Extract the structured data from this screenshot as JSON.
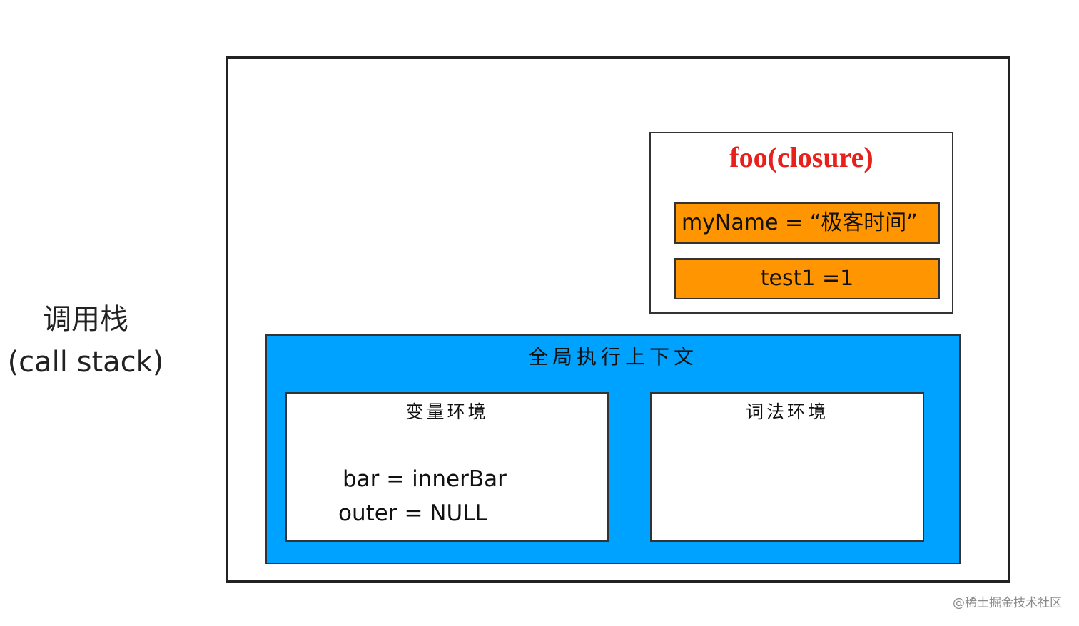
{
  "call_stack": {
    "label_cn": "调用栈",
    "label_en": "(call stack)"
  },
  "closure": {
    "title": "foo(closure)",
    "title_color": "#e8201c",
    "fill_color": "#ff9500",
    "variables": [
      "myName  =  “极客时间”",
      "test1 =1"
    ]
  },
  "global_context": {
    "title": "全局执行上下文",
    "fill_color": "#00a2ff",
    "variable_environment": {
      "title": "变量环境",
      "lines": [
        "bar =  innerBar",
        "outer = NULL"
      ]
    },
    "lexical_environment": {
      "title": "词法环境"
    }
  },
  "watermark": "@稀土掘金技术社区"
}
